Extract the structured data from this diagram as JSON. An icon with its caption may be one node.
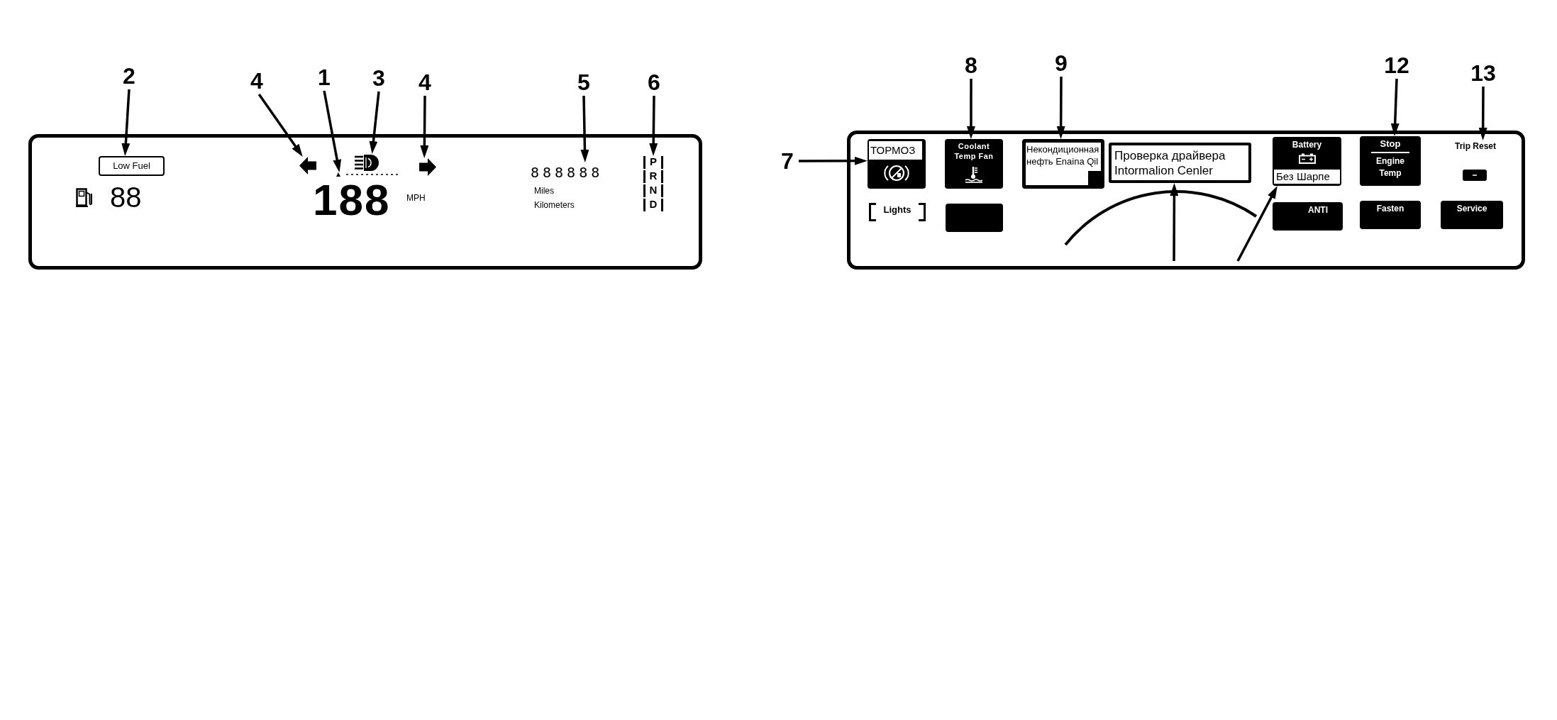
{
  "diagram": {
    "nodes": [
      {
        "text": [],
        "shape": "box"
      },
      {
        "text": [
          "2"
        ]
      },
      {
        "text": [
          "4"
        ]
      },
      {
        "text": [
          "1"
        ]
      },
      {
        "text": [
          "3"
        ]
      },
      {
        "text": [
          "4"
        ]
      },
      {
        "text": [
          "5"
        ]
      },
      {
        "text": [
          "6"
        ]
      },
      {
        "text": [
          "Low Fuel"
        ],
        "in": 0
      },
      {
        "text": [],
        "shape": "arrow",
        "in": 0
      },
      {
        "text": [],
        "shape": "bar",
        "in": 0
      },
      {
        "text": [],
        "shape": "picture",
        "in": 0
      },
      {
        "text": [],
        "shape": "arrow",
        "in": 0
      },
      {
        "text": [
          "888888"
        ],
        "in": 0
      },
      {
        "text": [
          "P",
          "R",
          "N",
          "D"
        ],
        "in": 0
      },
      {
        "text": [],
        "shape": "box"
      },
      {
        "text": [
          "7"
        ]
      },
      {
        "text": [
          "8"
        ]
      },
      {
        "text": [
          "9"
        ]
      },
      {
        "text": [
          "12"
        ]
      },
      {
        "text": [
          "13"
        ]
      },
      {
        "text": [
          "ТОРМОЗ"
        ],
        "in": 15
      },
      {
        "text": [
          "Coolant Temp Fan"
        ],
        "in": 15
      },
      {
        "text": [
          "Некондиционная нефть Enaina Qil"
        ],
        "in": 15
      },
      {
        "text": [
          "Проверка драйвера Intormalion Cenler"
        ],
        "in": 15
      },
      {
        "text": [
          "Battery",
          "Без Шарпе"
        ],
        "in": 15
      },
      {
        "text": [
          "Stop",
          "Engine Temp"
        ],
        "in": 15
      },
      {
        "text": [
          "Trip Reset"
        ],
        "in": 15
      },
      {
        "text": [
          "Lights"
        ],
        "in": 15
      },
      {
        "text": [],
        "shape": "box",
        "in": 15
      },
      {
        "text": [
          "ANTI"
        ],
        "in": 15
      },
      {
        "text": [
          "Fasten"
        ],
        "in": 15
      },
      {
        "text": [
          "Service"
        ],
        "in": 15
      }
    ],
    "edges": [
      {
        "from": 1,
        "to": 8,
        "arrow": "to"
      },
      {
        "from": 2,
        "to": 9,
        "arrow": "to"
      },
      {
        "from": 3,
        "to": 10,
        "arrow": "to"
      },
      {
        "from": 4,
        "to": 11,
        "arrow": "to"
      },
      {
        "from": 5,
        "to": 12,
        "arrow": "to"
      },
      {
        "from": 6,
        "to": 13,
        "arrow": "to"
      },
      {
        "from": 7,
        "to": 14,
        "arrow": "to"
      },
      {
        "from": 16,
        "to": 21,
        "arrow": "to"
      },
      {
        "from": 17,
        "to": 22,
        "arrow": "to"
      },
      {
        "from": 18,
        "to": 23,
        "arrow": "to"
      },
      {
        "from": 19,
        "to": 26,
        "arrow": "to"
      },
      {
        "from": 20,
        "to": 27,
        "arrow": "to"
      },
      {
        "from": null,
        "to": 24,
        "arrow": "to"
      },
      {
        "from": null,
        "to": 25,
        "arrow": "to"
      }
    ],
    "labels": [
      "88",
      "188",
      "MPH",
      "Miles",
      "Kilometers"
    ]
  }
}
